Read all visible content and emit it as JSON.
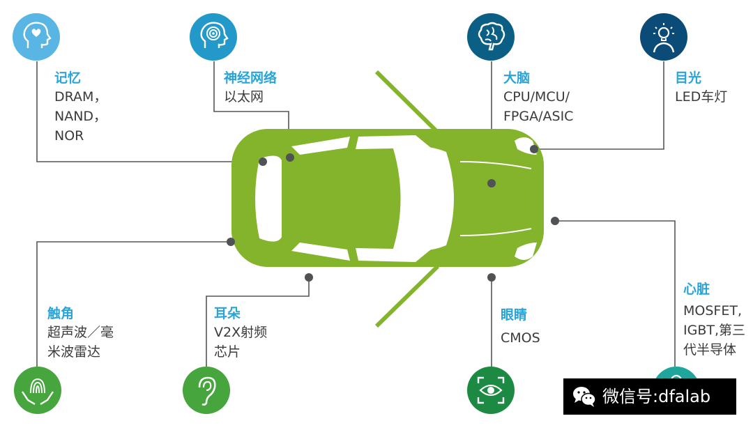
{
  "colors": {
    "car_body": "#84b32c",
    "car_window": "#ffffff",
    "leader_line": "#555555",
    "dot": "#4f5356",
    "title_text": "#2aa4d8",
    "light_blue": "#58b5e4",
    "teal": "#2299c8",
    "dark_teal": "#0b5f85",
    "navy": "#0b4b78",
    "green": "#46a53d",
    "dark_green": "#1c8a43",
    "cyan_green": "#1fa59b"
  },
  "labels": {
    "memory": {
      "title": "记忆",
      "lines": [
        "DRAM，",
        "NAND，",
        "NOR"
      ]
    },
    "neural": {
      "title": "神经网络",
      "lines": [
        "以太网"
      ]
    },
    "brain": {
      "title": "大脑",
      "lines": [
        "CPU/MCU/",
        "FPGA/ASIC"
      ]
    },
    "eyesight": {
      "title": "目光",
      "lines": [
        "LED车灯"
      ]
    },
    "touch": {
      "title": "触角",
      "lines": [
        "超声波／毫",
        "米波雷达"
      ]
    },
    "ear": {
      "title": "耳朵",
      "lines": [
        "V2X射频",
        "芯片"
      ]
    },
    "eye": {
      "title": "眼睛",
      "lines": [
        "CMOS"
      ]
    },
    "heart": {
      "title": "心脏",
      "lines": [
        "MOSFET,",
        "IGBT,第三",
        "代半导体"
      ]
    }
  },
  "icons": {
    "memory": "head-heart-icon",
    "neural": "head-network-icon",
    "brain": "brain-icon",
    "eyesight": "person-bulb-icon",
    "touch": "hands-fingerprint-icon",
    "ear": "ear-icon",
    "eye": "eye-scan-icon",
    "heart": "person-icon"
  },
  "watermark": {
    "text": "微信号:dfalab",
    "icon": "wechat-icon"
  }
}
